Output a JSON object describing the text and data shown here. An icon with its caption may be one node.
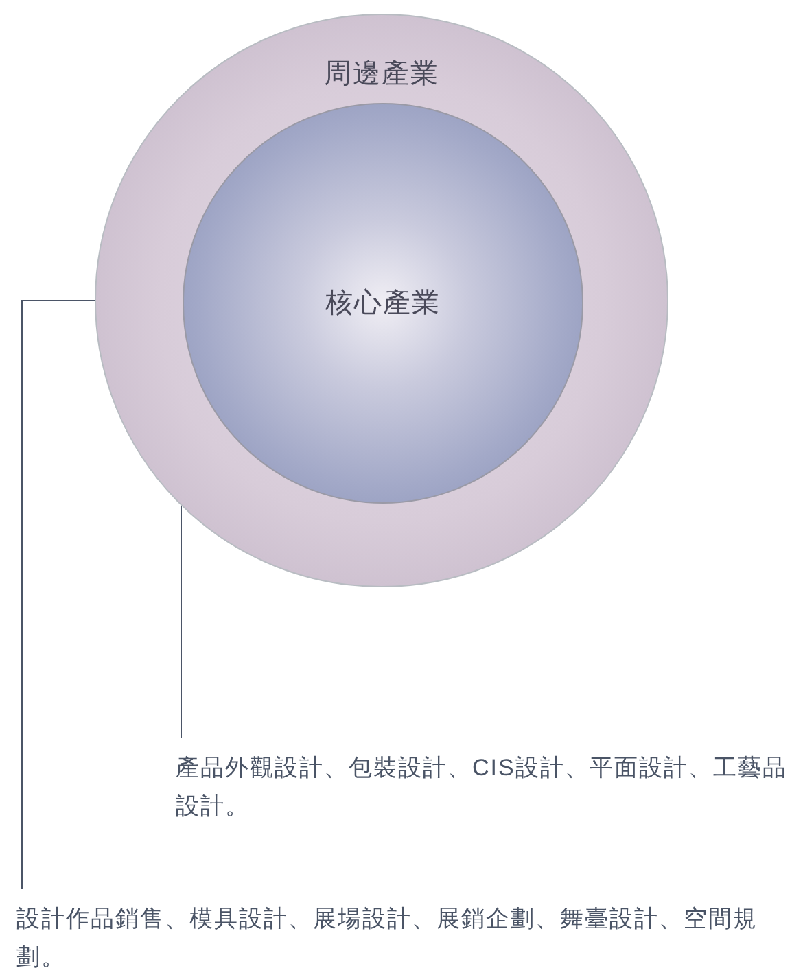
{
  "diagram": {
    "nodes": [
      {
        "text": [
          "周邊產業"
        ]
      },
      {
        "text": [
          "核心產業"
        ],
        "in": 0
      },
      {
        "text": [
          "產品外觀設計、包裝設計、CIS設計、平面設計、工藝品設計。"
        ]
      },
      {
        "text": [
          "設計作品銷售、模具設計、展場設計、展銷企劃、舞臺設計、空間規劃。"
        ]
      }
    ],
    "edges": [
      {
        "from": 2,
        "to": 1,
        "arrow": "none"
      },
      {
        "from": 3,
        "to": 0,
        "arrow": "none"
      }
    ]
  }
}
